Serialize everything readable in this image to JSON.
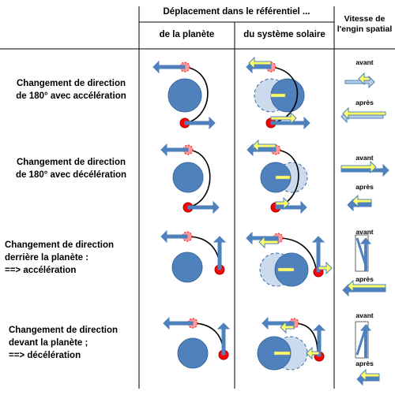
{
  "header": {
    "top": "Déplacement dans le référentiel ...",
    "col_planet": "de la planète",
    "col_solar": "du système solaire",
    "col_speed_line1": "Vitesse de",
    "col_speed_line2": "l'engin spatial"
  },
  "rows": [
    {
      "line1": "Changement de direction",
      "line2": "de 180° avec accélération",
      "line3": ""
    },
    {
      "line1": "Changement de direction",
      "line2": "de 180° avec décélération",
      "line3": ""
    },
    {
      "line1": "Changement de direction",
      "line2": "derrière la planète :",
      "line3": "==> accélération"
    },
    {
      "line1": "Changement de direction",
      "line2": "devant la planète ;",
      "line3": "==> décélération"
    }
  ],
  "speed_labels": {
    "before": "avant",
    "after": "après"
  },
  "colors": {
    "planet": "#4f81bd",
    "planet_ghost": "#b9cde5",
    "arrow_blue": "#4f81bd",
    "arrow_yellow": "#ffff66",
    "craft": "#ff0000",
    "craft_ghost": "#ff9999",
    "line": "#000000"
  }
}
